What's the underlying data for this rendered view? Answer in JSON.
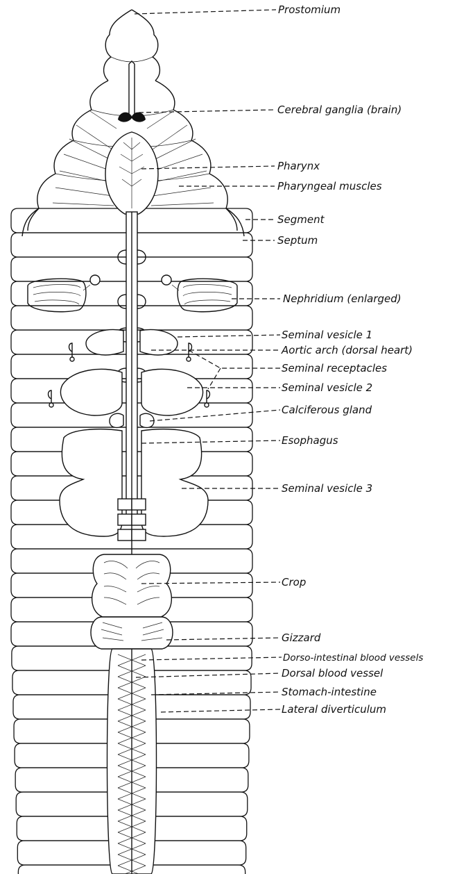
{
  "labels": {
    "prostomium": "Prostomium",
    "cerebral_ganglia": "Cerebral ganglia (brain)",
    "pharynx": "Pharynx",
    "pharyngeal_muscles": "Pharyngeal muscles",
    "segment": "Segment",
    "septum": "Septum",
    "nephridium": "Nephridium (enlarged)",
    "seminal_vesicle_1": "Seminal vesicle 1",
    "aortic_arch": "Aortic arch (dorsal heart)",
    "seminal_receptacles": "Seminal receptacles",
    "seminal_vesicle_2": "Seminal vesicle 2",
    "calciferous_gland": "Calciferous gland",
    "esophagus": "Esophagus",
    "seminal_vesicle_3": "Seminal vesicle 3",
    "crop": "Crop",
    "gizzard": "Gizzard",
    "dorso_intestinal": "Dorso-intestinal blood vessels",
    "dorsal_blood_vessel": "Dorsal blood vessel",
    "stomach_intestine": "Stomach-intestine",
    "lateral_diverticulum": "Lateral diverticulum"
  }
}
